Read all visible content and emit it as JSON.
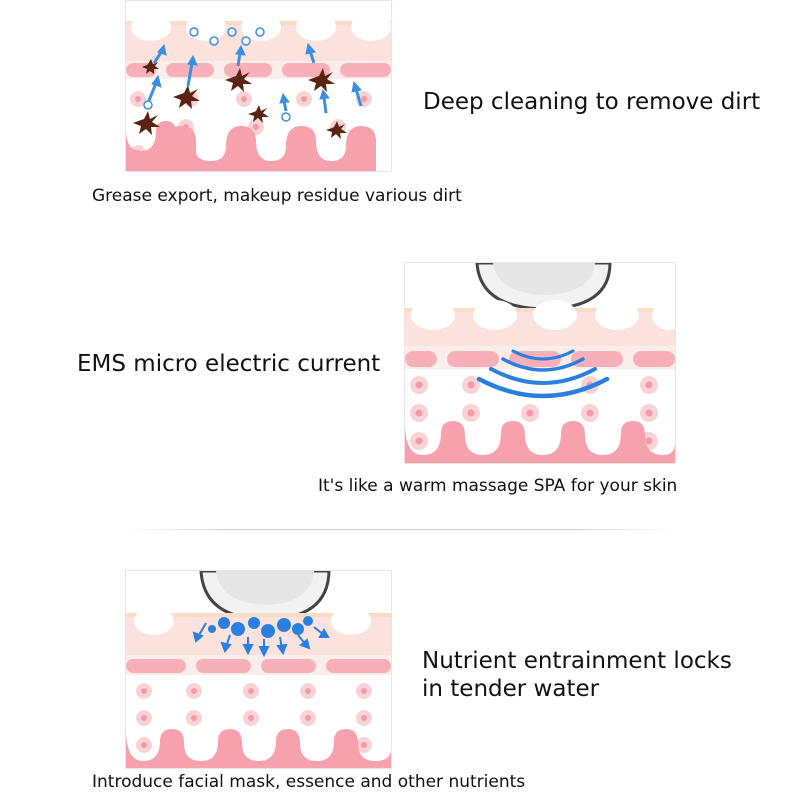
{
  "sections": [
    {
      "headline": "Deep cleaning to remove dirt",
      "caption": "Grease export, makeup residue various dirt",
      "illustration_icon": "skin-cross-section-dirt-extraction-icon"
    },
    {
      "headline": "EMS micro electric current",
      "caption": "It's like a warm massage SPA for your skin",
      "illustration_icon": "skin-cross-section-ems-waves-icon"
    },
    {
      "headline_line1": "Nutrient entrainment locks",
      "headline_line2": "in tender water",
      "caption": "Introduce facial mask, essence and other nutrients",
      "illustration_icon": "skin-cross-section-nutrient-infusion-icon"
    }
  ],
  "colors": {
    "skin_light": "#fbe6e1",
    "skin_band": "#f7b8bd",
    "skin_deep": "#f59aa6",
    "pore_ring": "#f7c6cb",
    "dirt": "#5a2a1e",
    "arrow_blue": "#3b8fe0",
    "wave_blue": "#2a7fe0"
  }
}
